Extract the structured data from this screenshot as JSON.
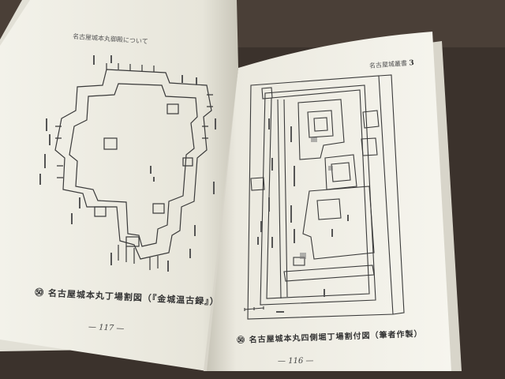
{
  "left_page": {
    "header": "名古屋城本丸御殿について",
    "caption_marker": "㊿",
    "caption": "名古屋城本丸丁場割図（『金城温古録』）",
    "page_number": "— 117 —"
  },
  "right_page": {
    "header": "名古屋城叢書",
    "header_page_mark": "3",
    "caption_marker": "㊿",
    "caption": "名古屋城本丸四側堀丁場割付図（筆者作製）",
    "page_number": "— 116 —"
  },
  "colors": {
    "paper": "#f4f3ec",
    "paper_shadow": "#d9d7cd",
    "ink": "#3a3a3a",
    "background": "#3b322c"
  }
}
